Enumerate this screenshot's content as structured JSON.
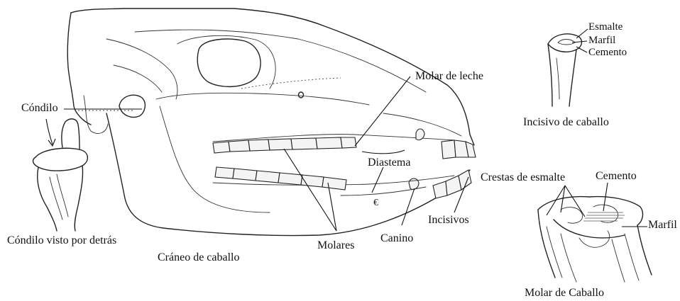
{
  "labels": {
    "condilo": "Cóndilo",
    "condilo_visto": "Cóndilo visto por detrás",
    "craneo": "Cráneo de caballo",
    "molar_leche": "Molar de leche",
    "diastema": "Diastema",
    "molares": "Molares",
    "canino": "Canino",
    "incisivos": "Incisivos",
    "esmalte": "Esmalte",
    "marfil_top": "Marfil",
    "cemento_top": "Cemento",
    "incisivo_caballo": "Incisivo de caballo",
    "crestas": "Crestas de esmalte",
    "cemento_bottom": "Cemento",
    "marfil_bottom": "Marfil",
    "molar_caballo": "Molar de Caballo"
  },
  "symbol": "€"
}
